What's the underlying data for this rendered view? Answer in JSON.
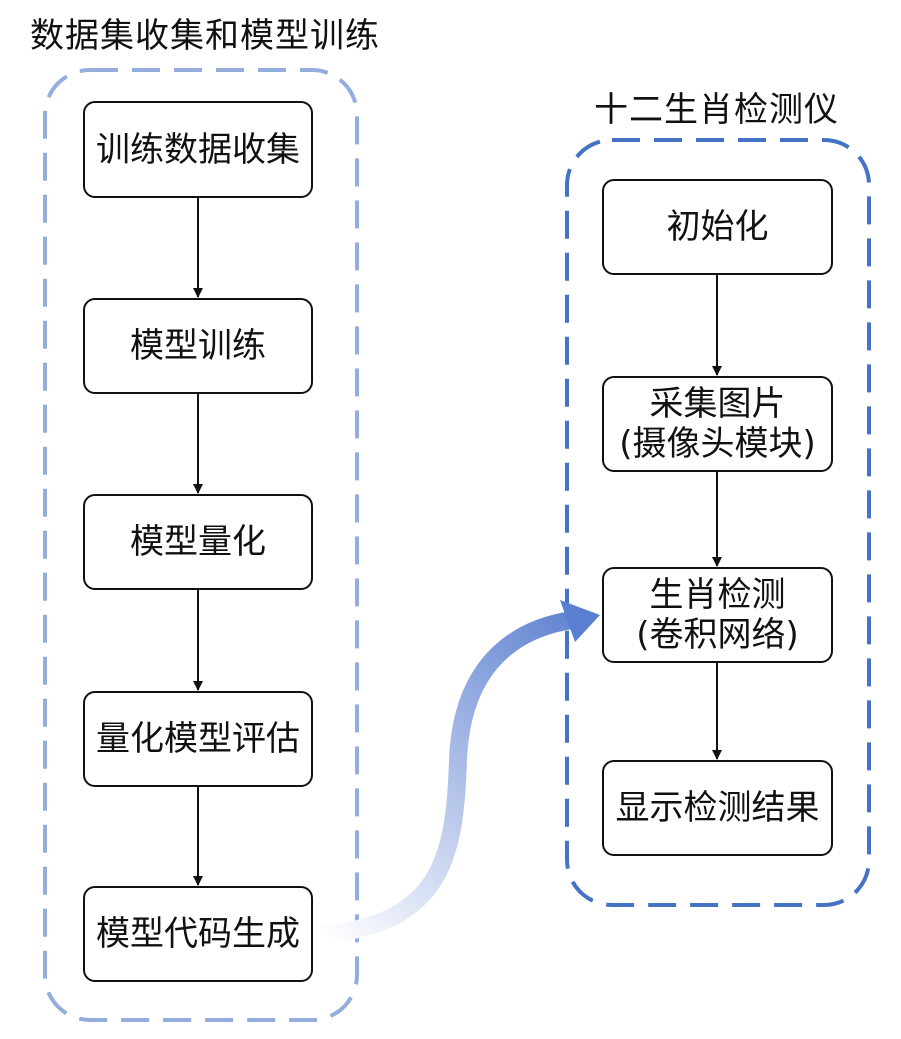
{
  "colors": {
    "left_group_border": "#93ADDC",
    "right_group_border": "#4472C4",
    "arrow_gradient_start": "#FFFFFF",
    "arrow_gradient_end": "#5B7FD0",
    "node_border": "#111111",
    "edge": "#111111"
  },
  "groups": {
    "left": {
      "title": "数据集收集和模型训练",
      "nodes": [
        {
          "line1": "训练数据收集",
          "line2": ""
        },
        {
          "line1": "模型训练",
          "line2": ""
        },
        {
          "line1": "模型量化",
          "line2": ""
        },
        {
          "line1": "量化模型评估",
          "line2": ""
        },
        {
          "line1": "模型代码生成",
          "line2": ""
        }
      ]
    },
    "right": {
      "title": "十二生肖检测仪",
      "nodes": [
        {
          "line1": "初始化",
          "line2": ""
        },
        {
          "line1": "采集图片",
          "line2": "(摄像头模块)"
        },
        {
          "line1": "生肖检测",
          "line2": "(卷积网络)"
        },
        {
          "line1": "显示检测结果",
          "line2": ""
        }
      ]
    }
  }
}
